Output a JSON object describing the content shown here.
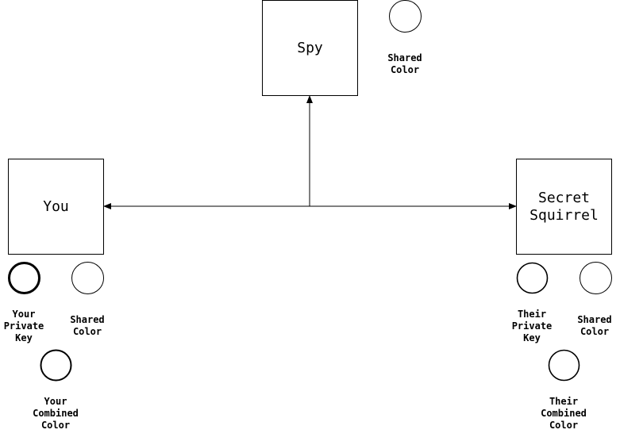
{
  "nodes": {
    "spy": {
      "label": "Spy"
    },
    "you": {
      "label": "You"
    },
    "secret_squirrel": {
      "label_lines": [
        "Secret",
        "Squirrel"
      ]
    }
  },
  "circles": {
    "spy_shared": {
      "label_lines": [
        "Shared",
        "Color"
      ]
    },
    "you_private": {
      "label_lines": [
        "Your",
        "Private",
        "Key"
      ]
    },
    "you_shared": {
      "label_lines": [
        "Shared",
        "Color"
      ]
    },
    "you_combined": {
      "label_lines": [
        "Your",
        "Combined",
        "Color"
      ]
    },
    "their_private": {
      "label_lines": [
        "Their",
        "Private",
        "Key"
      ]
    },
    "their_shared": {
      "label_lines": [
        "Shared",
        "Color"
      ]
    },
    "their_combined": {
      "label_lines": [
        "Their",
        "Combined",
        "Color"
      ]
    }
  }
}
